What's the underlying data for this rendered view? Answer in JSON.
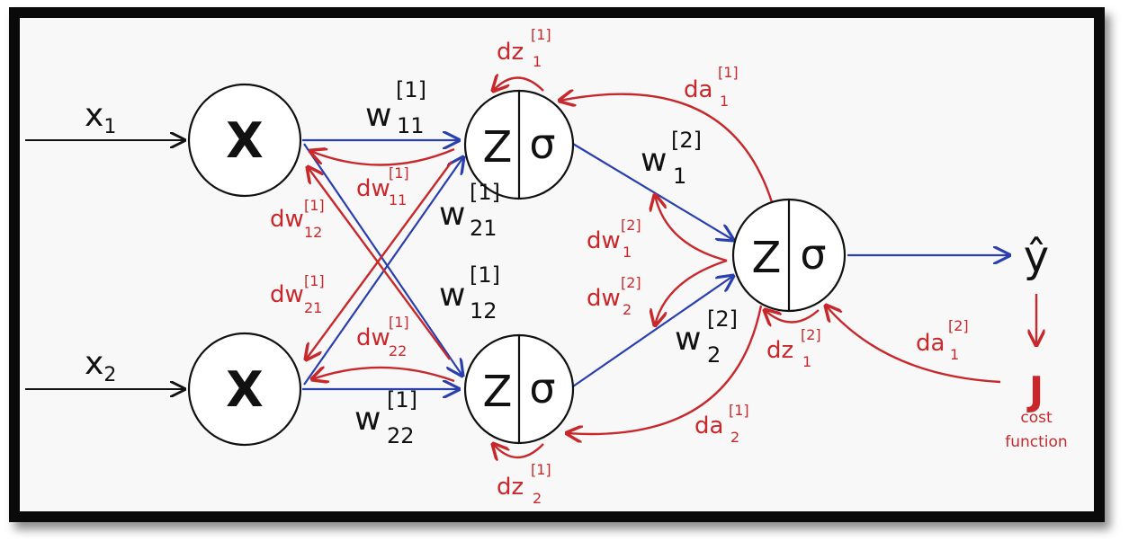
{
  "colors": {
    "forward": "#2a3fae",
    "backward": "#c7282b",
    "ink": "#111111"
  },
  "inputs": [
    {
      "name": "x",
      "sub": "1"
    },
    {
      "name": "x",
      "sub": "2"
    }
  ],
  "multiply_symbol": "X",
  "neuron": {
    "z": "Z",
    "sigma": "σ"
  },
  "forward_weights": [
    {
      "name": "w",
      "sup": "[1]",
      "sub": "11"
    },
    {
      "name": "w",
      "sup": "[1]",
      "sub": "21"
    },
    {
      "name": "w",
      "sup": "[1]",
      "sub": "12"
    },
    {
      "name": "w",
      "sup": "[1]",
      "sub": "22"
    },
    {
      "name": "w",
      "sup": "[2]",
      "sub": "1"
    },
    {
      "name": "w",
      "sup": "[2]",
      "sub": "2"
    }
  ],
  "gradients": [
    {
      "name": "dz",
      "sup": "[1]",
      "sub": "1"
    },
    {
      "name": "da",
      "sup": "[1]",
      "sub": "1"
    },
    {
      "name": "dw",
      "sup": "[1]",
      "sub": "11"
    },
    {
      "name": "dw",
      "sup": "[1]",
      "sub": "12"
    },
    {
      "name": "dw",
      "sup": "[1]",
      "sub": "21"
    },
    {
      "name": "dw",
      "sup": "[1]",
      "sub": "22"
    },
    {
      "name": "dw",
      "sup": "[2]",
      "sub": "1"
    },
    {
      "name": "dw",
      "sup": "[2]",
      "sub": "2"
    },
    {
      "name": "dz",
      "sup": "[2]",
      "sub": "1"
    },
    {
      "name": "da",
      "sup": "[2]",
      "sub": "1"
    },
    {
      "name": "da",
      "sup": "[1]",
      "sub": "2"
    },
    {
      "name": "dz",
      "sup": "[1]",
      "sub": "2"
    }
  ],
  "output": {
    "symbol": "ŷ"
  },
  "cost": {
    "symbol": "J",
    "line1": "cost",
    "line2": "function"
  }
}
